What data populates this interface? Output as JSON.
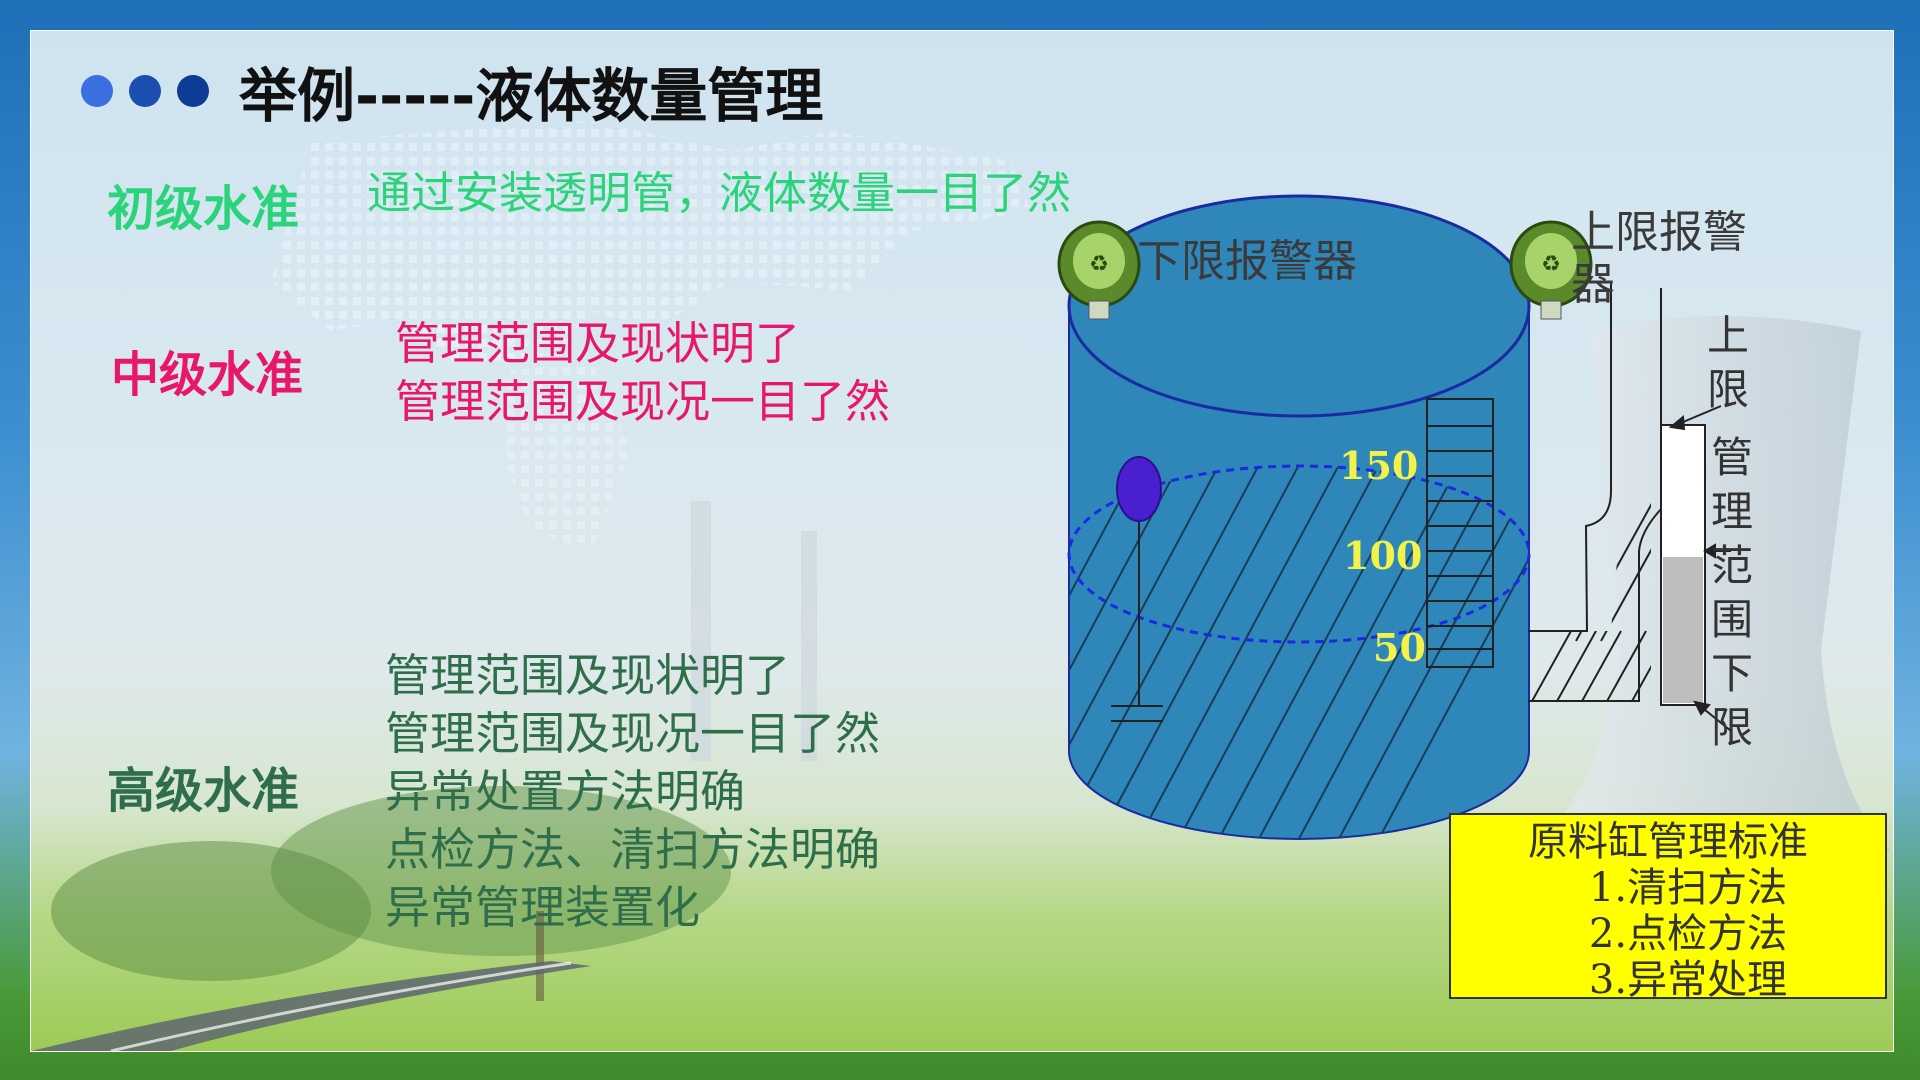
{
  "title": "举例-----液体数量管理",
  "levels": {
    "basic": {
      "label": "初级水准",
      "text": "通过安装透明管，液体数量一目了然",
      "color": "#2bd37a"
    },
    "middle": {
      "label": "中级水准",
      "lines": [
        "管理范围及现状明了",
        "管理范围及现况一目了然"
      ],
      "color": "#e8176a"
    },
    "advanced": {
      "label": "高级水准",
      "lines": [
        "管理范围及现状明了",
        "管理范围及现况一目了然",
        "异常处置方法明确",
        "点检方法、清扫方法明确",
        "异常管理装置化"
      ],
      "color": "#2f6e4a"
    }
  },
  "tank": {
    "scale_labels": [
      "150",
      "100",
      "50"
    ],
    "lower_alarm": "下限报警器",
    "upper_alarm": [
      "上限报警",
      "器"
    ]
  },
  "gauge": {
    "upper_limit": [
      "上",
      "限"
    ],
    "range": [
      "管",
      "理",
      "范",
      "围",
      "下",
      "限"
    ]
  },
  "standard_box": {
    "title": "原料缸管理标准",
    "items": [
      "1.清扫方法",
      "2.点检方法",
      "3.异常处理"
    ]
  },
  "colors": {
    "tank": "#2e86b9",
    "dots": [
      "#3a6fe0",
      "#1a4fb0",
      "#0d3c96"
    ]
  }
}
